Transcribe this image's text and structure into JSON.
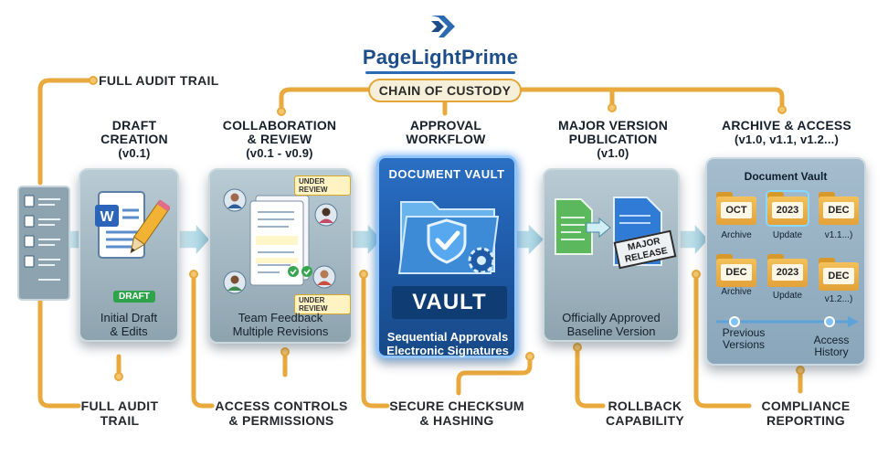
{
  "brand": {
    "name": "PageLightPrime"
  },
  "chain_of_custody": "CHAIN OF CUSTODY",
  "top_left_label": "FULL AUDIT TRAIL",
  "stages": [
    {
      "title_1": "DRAFT",
      "title_2": "CREATION",
      "title_3": "(v0.1)",
      "badge": "DRAFT",
      "caption_1": "Initial Draft",
      "caption_2": "& Edits"
    },
    {
      "title_1": "COLLABORATION",
      "title_2": "& REVIEW",
      "title_3": "(v0.1 - v0.9)",
      "tag": "UNDER REVIEW",
      "caption_1": "Team Feedback",
      "caption_2": "Multiple Revisions"
    },
    {
      "title_1": "APPROVAL",
      "title_2": "WORKFLOW",
      "header": "DOCUMENT VAULT",
      "vault_word": "VAULT",
      "caption_1": "Sequential Approvals",
      "caption_2": "Electronic Signatures"
    },
    {
      "title_1": "MAJOR VERSION",
      "title_2": "PUBLICATION",
      "title_3": "(v1.0)",
      "stamp_1": "MAJOR",
      "stamp_2": "RELEASE",
      "caption_1": "Officially Approved",
      "caption_2": "Baseline Version"
    },
    {
      "title_1": "ARCHIVE & ACCESS",
      "title_2": "(v1.0, v1.1, v1.2...)",
      "header": "Document Vault",
      "folders": [
        {
          "label": "OCT",
          "caption": "Archive"
        },
        {
          "label": "2023",
          "caption": "Update"
        },
        {
          "label": "DEC",
          "caption": "v1.1...)"
        },
        {
          "label": "DEC",
          "caption": "Archive"
        },
        {
          "label": "2023",
          "caption": "Update"
        },
        {
          "label": "DEC",
          "caption": "v1.2...)"
        }
      ],
      "timeline_left_1": "Previous",
      "timeline_left_2": "Versions",
      "timeline_right_1": "Access",
      "timeline_right_2": "History"
    }
  ],
  "footer_labels": [
    {
      "line_1": "FULL AUDIT",
      "line_2": "TRAIL"
    },
    {
      "line_1": "ACCESS CONTROLS",
      "line_2": "& PERMISSIONS"
    },
    {
      "line_1": "SECURE CHECKSUM",
      "line_2": "& HASHING"
    },
    {
      "line_1": "ROLLBACK",
      "line_2": "CAPABILITY"
    },
    {
      "line_1": "COMPLIANCE",
      "line_2": "REPORTING"
    }
  ],
  "colors": {
    "connector": "#e9a93c",
    "arrow": "#a9d8e6",
    "brand": "#1d4e89",
    "vault": "#1f5aa8"
  },
  "icons": [
    "word-document-icon",
    "pencil-icon",
    "folder-icon",
    "shield-check-icon",
    "gear-icon",
    "arrow-right-icon",
    "person-icon"
  ]
}
